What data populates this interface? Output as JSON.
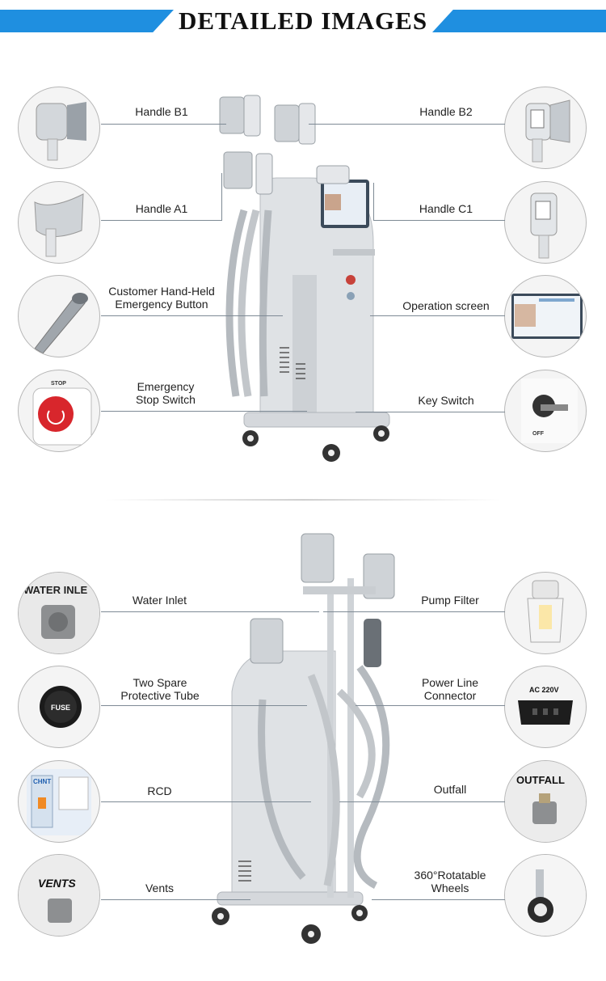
{
  "header": {
    "title": "DETAILED IMAGES"
  },
  "top_section": {
    "left_items": [
      {
        "label": "Handle B1",
        "icon": "handle-b1"
      },
      {
        "label": "Handle A1",
        "icon": "handle-a1"
      },
      {
        "label": "Customer Hand-Held",
        "label2": "Emergency Button",
        "icon": "hand-held-button"
      },
      {
        "label": "Emergency",
        "label2": "Stop Switch",
        "icon": "stop-switch",
        "caption": "STOP"
      }
    ],
    "right_items": [
      {
        "label": "Handle B2",
        "icon": "handle-b2"
      },
      {
        "label": "Handle C1",
        "icon": "handle-c1"
      },
      {
        "label": "Operation screen",
        "icon": "operation-screen"
      },
      {
        "label": "Key Switch",
        "icon": "key-switch",
        "caption": "OFF"
      }
    ]
  },
  "bottom_section": {
    "left_items": [
      {
        "label": "Water Inlet",
        "icon": "water-inlet",
        "caption": "WATER INLE"
      },
      {
        "label": "Two Spare",
        "label2": "Protective Tube",
        "icon": "protective-tube",
        "caption": "FUSE"
      },
      {
        "label": "RCD",
        "icon": "rcd",
        "caption": "CHNT"
      },
      {
        "label": "Vents",
        "icon": "vents",
        "caption": "VENTS"
      }
    ],
    "right_items": [
      {
        "label": "Pump Filter",
        "icon": "pump-filter"
      },
      {
        "label": "Power Line",
        "label2": "Connector",
        "icon": "power-connector",
        "caption": "AC 220V"
      },
      {
        "label": "Outfall",
        "icon": "outfall",
        "caption": "OUTFALL"
      },
      {
        "label": "360°Rotatable",
        "label2": "Wheels",
        "icon": "wheels"
      }
    ]
  },
  "colors": {
    "accent": "#1f8fe0",
    "line": "#7e8a95",
    "machine": "#d9dcdf",
    "stop_red": "#d8262c"
  }
}
